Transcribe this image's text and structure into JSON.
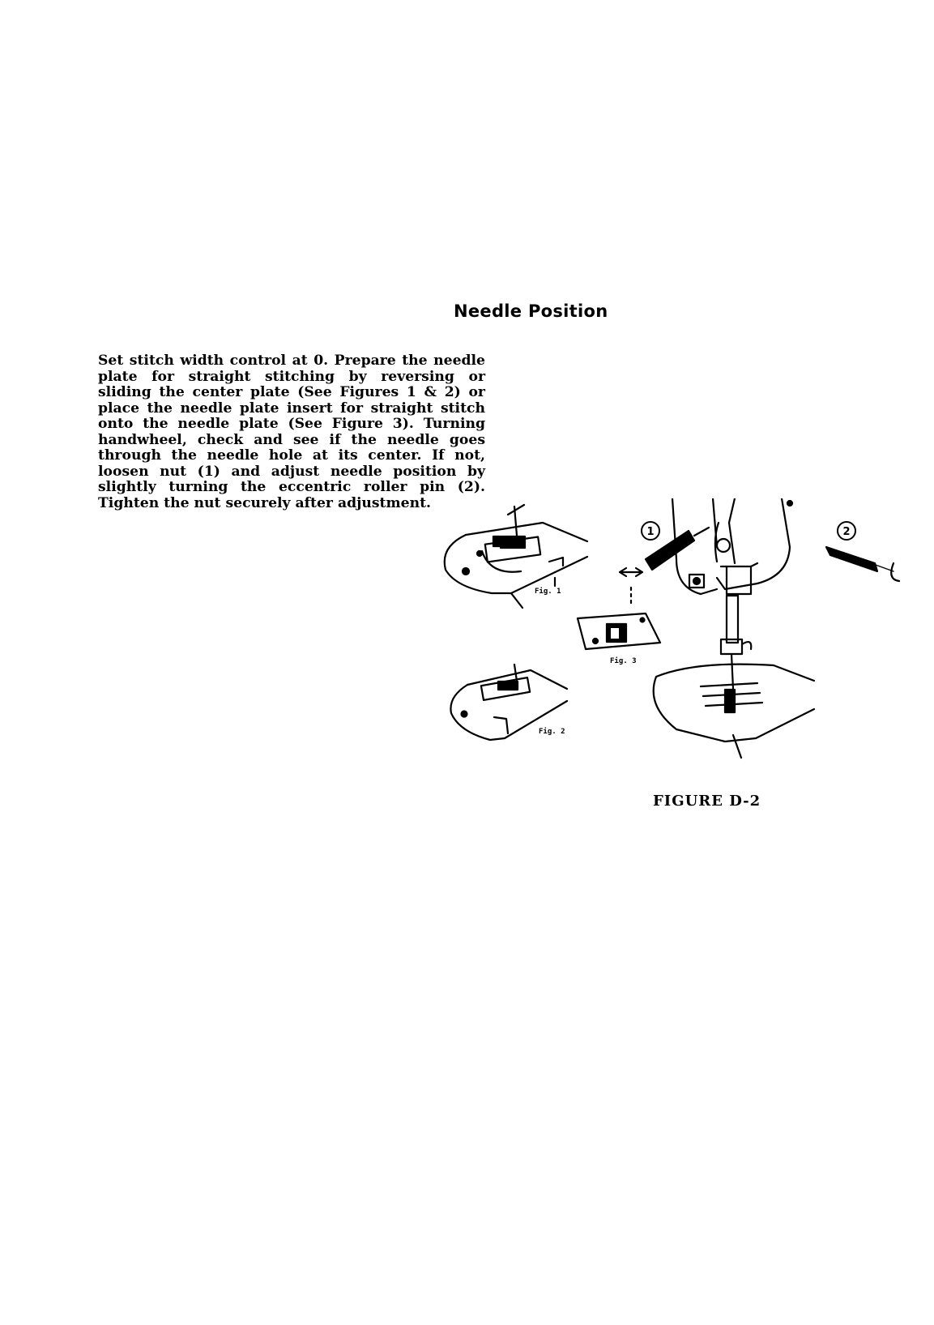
{
  "section": {
    "title": "Needle Position"
  },
  "instructions": {
    "paragraph": "Set stitch width control at 0. Prepare the needle plate for straight stitching by reversing or sliding the center plate (See Figures 1 & 2) or place the needle plate insert for straight stitch onto the needle plate (See Figure 3). Turning handwheel, check and see if the needle goes through the needle hole at its center. If not, loosen nut (1) and adjust needle position by slightly turning the eccentric roller pin (2). Tighten the nut securely after adjustment."
  },
  "figure": {
    "caption": "FIGURE D-2",
    "labels": {
      "fig1": "Fig. 1",
      "fig2": "Fig. 2",
      "fig3": "Fig. 3"
    },
    "callouts": {
      "c1": "1",
      "c2": "2"
    }
  }
}
